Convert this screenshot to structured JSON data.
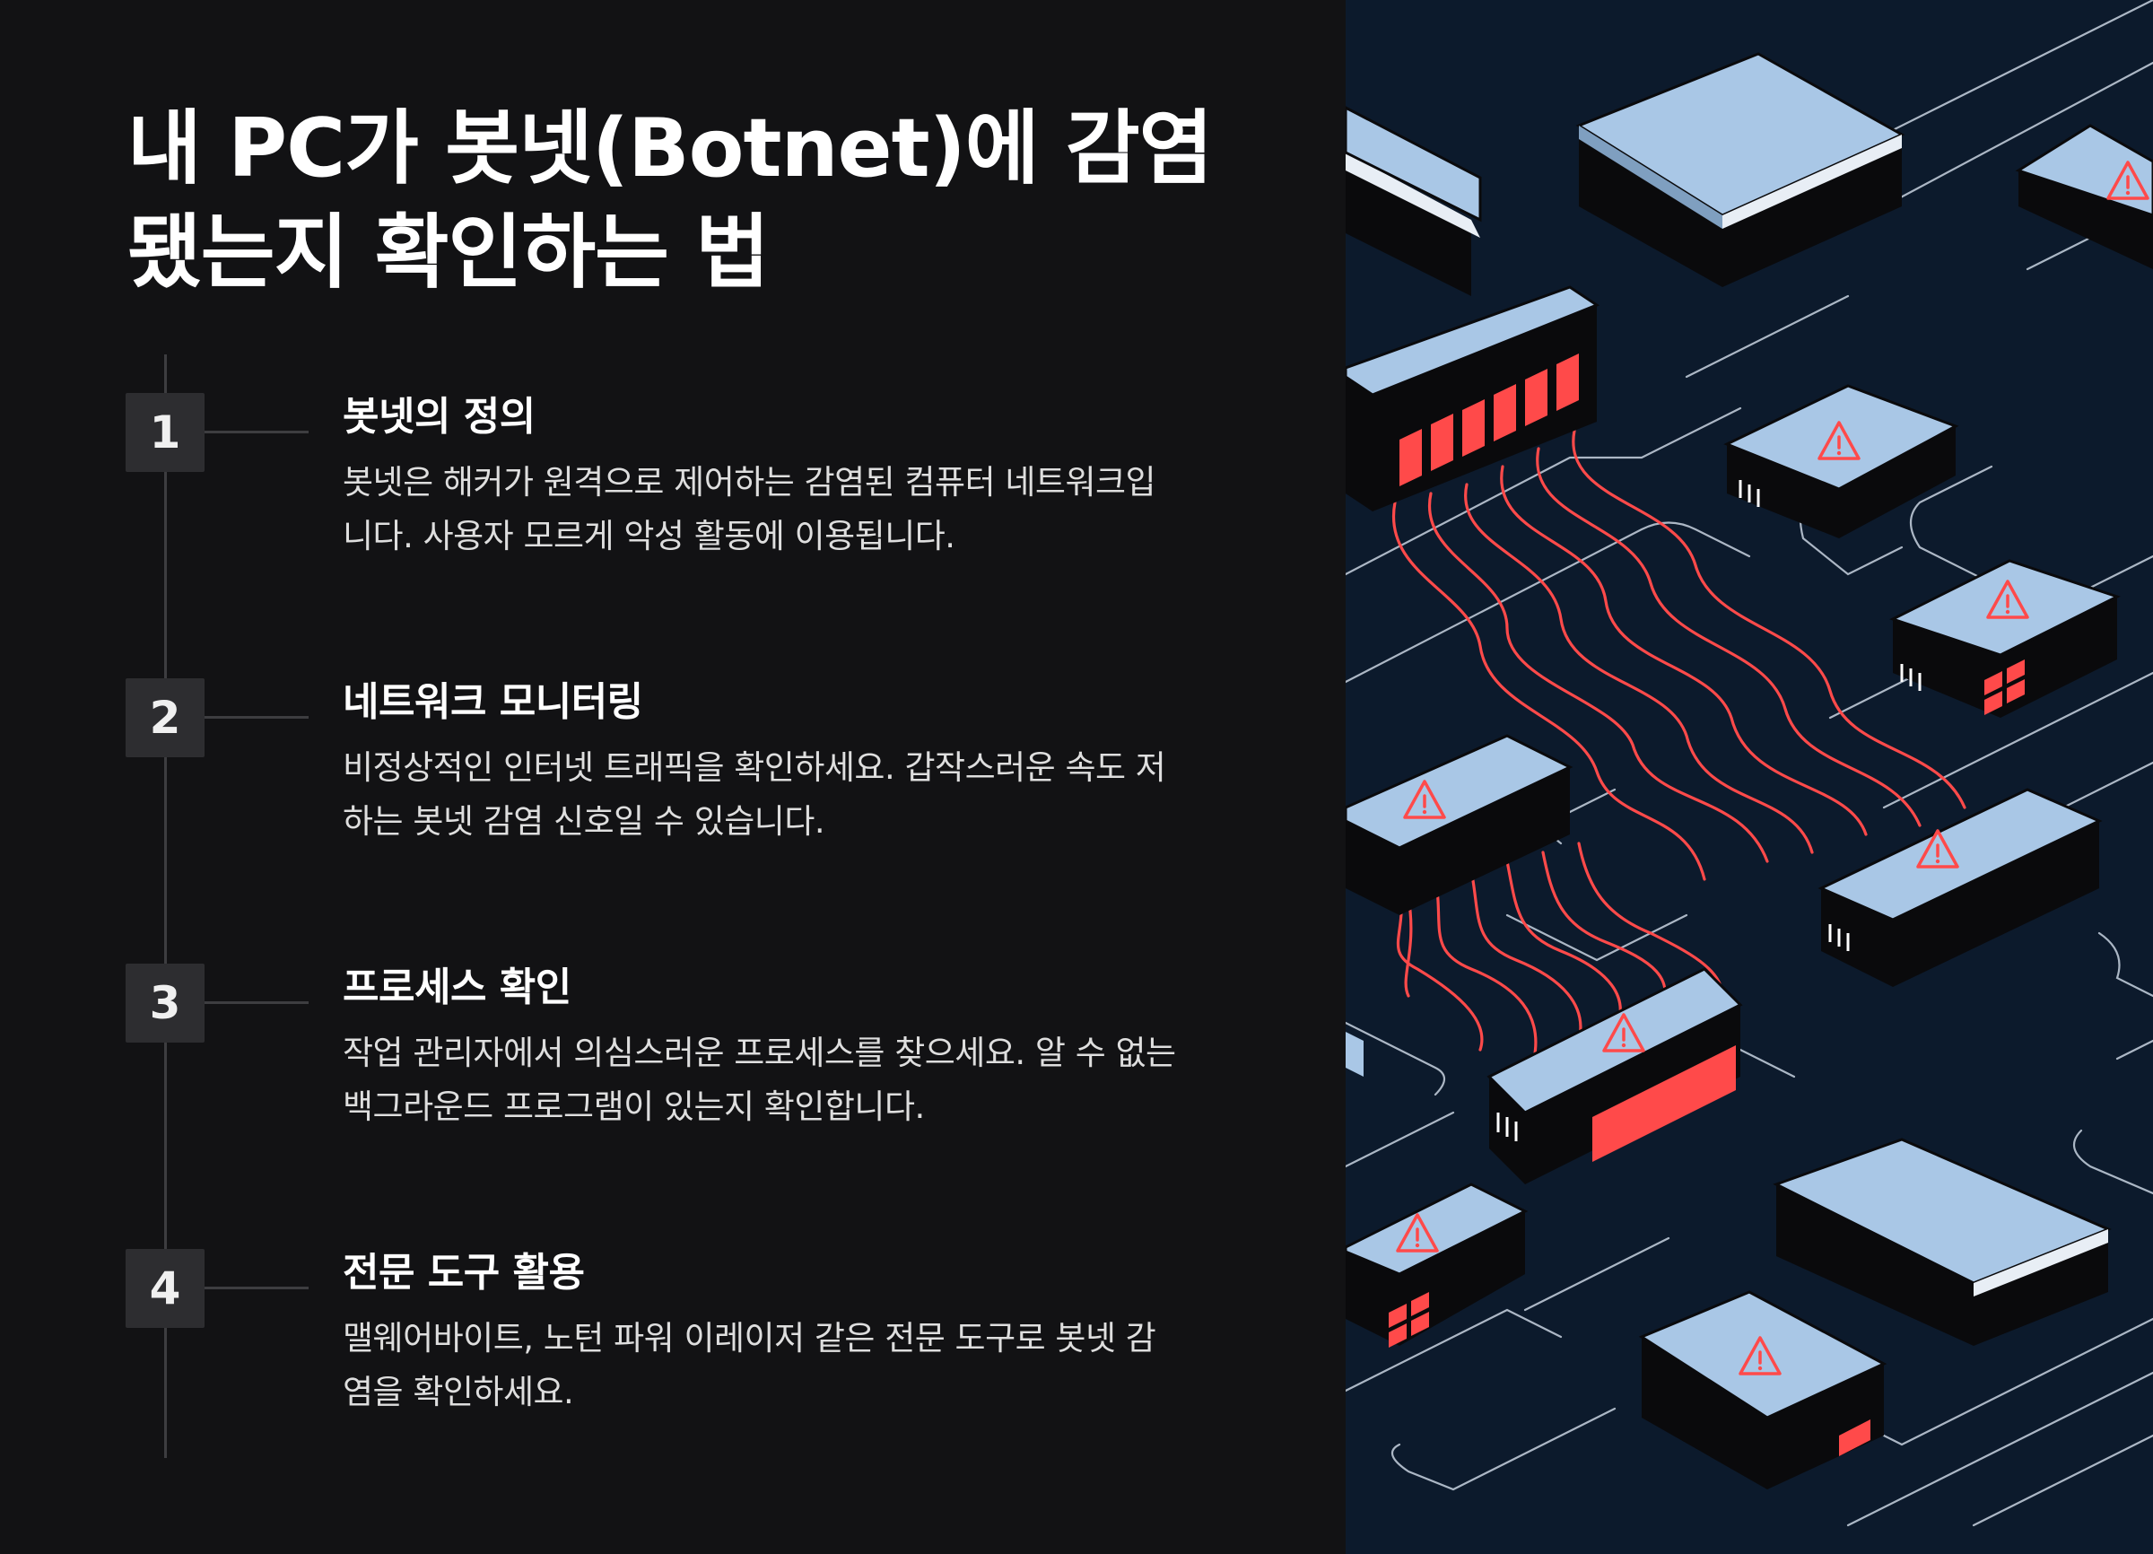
{
  "title": {
    "line1": "내 PC가 봇넷(Botnet)에 감염",
    "line2": "됐는지 확인하는 법"
  },
  "steps": [
    {
      "number": "1",
      "title": "봇넷의 정의",
      "desc_line1": "봇넷은 해커가 원격으로 제어하는 감염된 컴퓨터 네트워크입",
      "desc_line2": "니다. 사용자 모르게 악성 활동에 이용됩니다."
    },
    {
      "number": "2",
      "title": "네트워크 모니터링",
      "desc_line1": "비정상적인 인터넷 트래픽을 확인하세요. 갑작스러운 속도 저",
      "desc_line2": "하는 봇넷 감염 신호일 수 있습니다."
    },
    {
      "number": "3",
      "title": "프로세스 확인",
      "desc_line1": "작업 관리자에서 의심스러운 프로세스를 찾으세요. 알 수 없는",
      "desc_line2": "백그라운드 프로그램이 있는지 확인합니다."
    },
    {
      "number": "4",
      "title": "전문 도구 활용",
      "desc_line1": "맬웨어바이트, 노턴 파워 이레이저 같은 전문 도구로 봇넷 감",
      "desc_line2": "염을 확인하세요."
    }
  ],
  "illustration": {
    "icon": "warning-triangle-icon",
    "colors": {
      "background": "#0c1a2c",
      "device_top": "#a9c7e6",
      "device_body": "#0a0a0c",
      "alert": "#ff4a4a",
      "circuit": "#c8d3e0"
    }
  }
}
